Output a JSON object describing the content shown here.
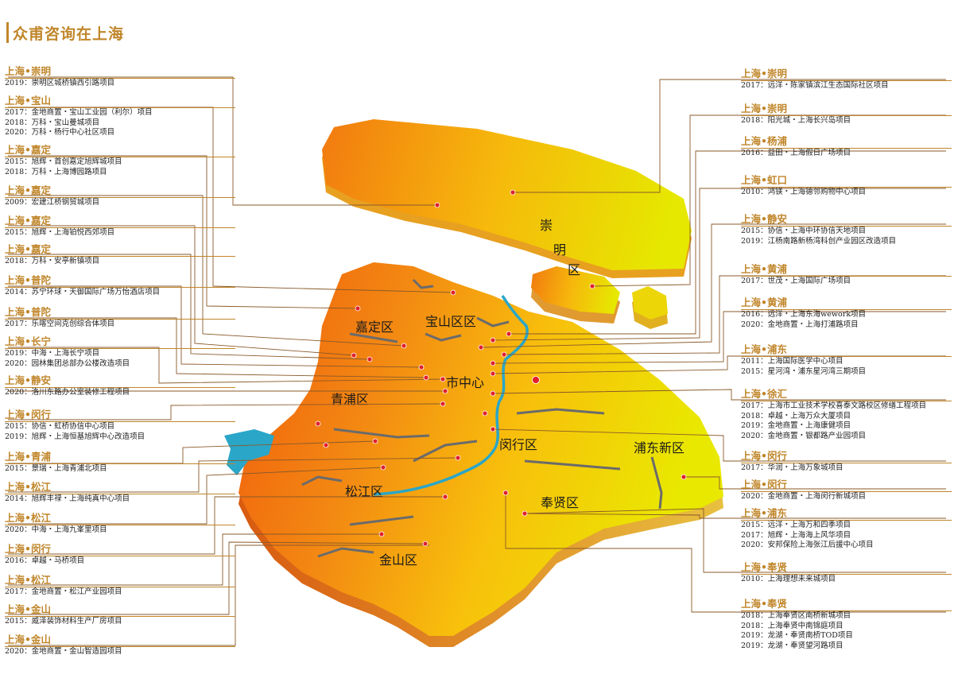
{
  "page_title": "众甫咨询在上海",
  "colors": {
    "accent": "#c0862a",
    "marker": "#e0202a",
    "river": "#2aa6c8"
  },
  "districts": {
    "chongming": "崇明区",
    "jiading": "嘉定区",
    "baoshan": "宝山区区",
    "city_center": "市中心",
    "qingpu": "青浦区",
    "minhang": "闵行区",
    "pudong": "浦东新区",
    "songjiang": "松江区",
    "fengxian": "奉贤区",
    "jinshan": "金山区"
  },
  "left_groups": [
    {
      "title": "上海•崇明",
      "items": [
        "2019：崇明区城桥镇西引路项目"
      ]
    },
    {
      "title": "上海•宝山",
      "items": [
        "2017：金地商置・宝山工业园（利尔）项目",
        "2018：万科・宝山曼城项目",
        "2020：万科・杨行中心社区项目"
      ]
    },
    {
      "title": "上海•嘉定",
      "items": [
        "2015：旭辉・首创嘉定旭辉城项目",
        "2018：万科・上海博园路项目"
      ]
    },
    {
      "title": "上海•嘉定",
      "items": [
        "2009：宏建江桥钢贸城项目"
      ]
    },
    {
      "title": "上海•嘉定",
      "items": [
        "2015：旭辉・上海铂悦西郊项目"
      ]
    },
    {
      "title": "上海•嘉定",
      "items": [
        "2018：万科・安亭新镇项目"
      ]
    },
    {
      "title": "上海•普陀",
      "items": [
        "2014：苏宁环球・天御国际广场万怡酒店项目"
      ]
    },
    {
      "title": "上海•普陀",
      "items": [
        "2017：乐喀空间克创综合体项目"
      ]
    },
    {
      "title": "上海•长宁",
      "items": [
        "2019：中海・上海长宁项目",
        "2020：园林集团总部办公楼改造项目"
      ]
    },
    {
      "title": "上海•静安",
      "items": [
        "2020：洛川东路办公室装修工程项目"
      ]
    },
    {
      "title": "上海•闵行",
      "items": [
        "2015：协信・虹桥协信中心项目",
        "2019：旭辉・上海恒基旭辉中心改造项目"
      ]
    },
    {
      "title": "上海•青浦",
      "items": [
        "2015：景瑞・上海青浦北项目"
      ]
    },
    {
      "title": "上海•松江",
      "items": [
        "2014：旭辉丰禄・上海纯真中心项目"
      ]
    },
    {
      "title": "上海•松江",
      "items": [
        "2020：中海・上海九峯里项目"
      ]
    },
    {
      "title": "上海•闵行",
      "items": [
        "2016：卓越・马桥项目"
      ]
    },
    {
      "title": "上海•松江",
      "items": [
        "2017：金地商置・松江产业园项目"
      ]
    },
    {
      "title": "上海•金山",
      "items": [
        "2015：威泽装饰材料生产厂房项目"
      ]
    },
    {
      "title": "上海•金山",
      "items": [
        "2020：金地商置・金山智造园项目"
      ]
    }
  ],
  "right_groups": [
    {
      "title": "上海•崇明",
      "items": [
        "2017：远洋・陈家镇滨江生态国际社区项目"
      ]
    },
    {
      "title": "上海•崇明",
      "items": [
        "2018：阳光城・上海长兴岛项目"
      ]
    },
    {
      "title": "上海•杨浦",
      "items": [
        "2016：益田・上海假日广场项目"
      ]
    },
    {
      "title": "上海•虹口",
      "items": [
        "2010：鸿镁・上海德邻购物中心项目"
      ]
    },
    {
      "title": "上海•静安",
      "items": [
        "2015：协信・上海中环协信天地项目",
        "2019：江杨南路新杨湾科创产业园区改造项目"
      ]
    },
    {
      "title": "上海•黄浦",
      "items": [
        "2017：世茂・上海国际广场项目"
      ]
    },
    {
      "title": "上海•黄浦",
      "items": [
        "2016：远洋・上海东海wework项目",
        "2020：金地商置・上海打浦路项目"
      ]
    },
    {
      "title": "上海•浦东",
      "items": [
        "2011：上海国际医学中心项目",
        "2015：星河湾・浦东星河湾三期项目"
      ]
    },
    {
      "title": "上海•徐汇",
      "items": [
        "2017：上海市工业技术学校喜泰文路校区修缮工程项目",
        "2018：卓越・上海万众大厦项目",
        "2019：金地商置・上海康健项目",
        "2020：金地商置・银都路产业园项目"
      ]
    },
    {
      "title": "上海•闵行",
      "items": [
        "2017：华润・上海万象城项目"
      ]
    },
    {
      "title": "上海•闵行",
      "items": [
        "2020：金地商置・上海闵行新城项目"
      ]
    },
    {
      "title": "上海•浦东",
      "items": [
        "2015：远洋・上海万和四季项目",
        "2017：旭辉・上海海上风华项目",
        "2020：安邦保险上海张江后援中心项目"
      ]
    },
    {
      "title": "上海•奉贤",
      "items": [
        "2010：上海理想未来城项目"
      ]
    },
    {
      "title": "上海•奉贤",
      "items": [
        "2018：上海奉贤区南桥新城项目",
        "2018：上海奉贤中南锦庭项目",
        "2019：龙湖・奉贤南桥TOD项目",
        "2019：龙湖・奉贤望河路项目"
      ]
    }
  ]
}
